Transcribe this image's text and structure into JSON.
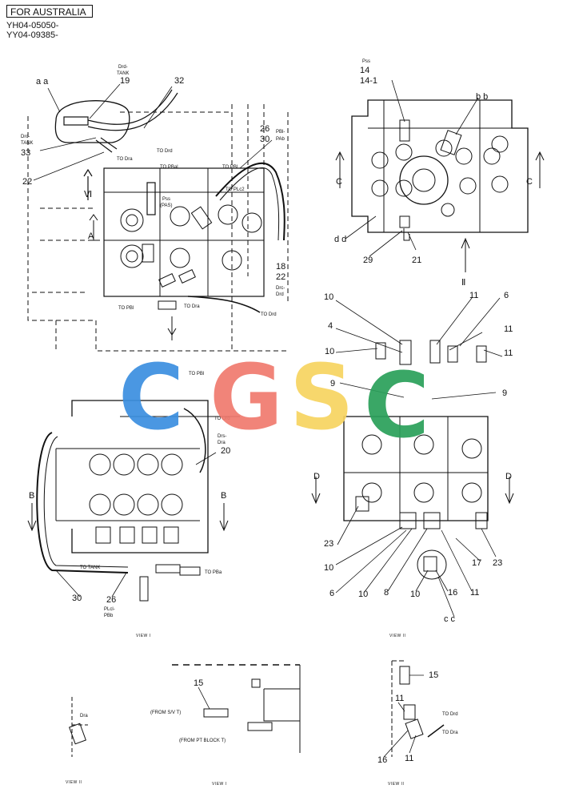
{
  "header": {
    "region": "FOR AUSTRALIA",
    "serial_lines": [
      "YH04-05050-",
      "YY04-09385-"
    ]
  },
  "watermark": {
    "letters": [
      "C",
      "G",
      "S",
      "C"
    ],
    "colors": [
      "#3b8fe0",
      "#f07a6e",
      "#f7d460",
      "#2aa05a"
    ]
  },
  "labels": [
    {
      "id": "aa",
      "text": "a a"
    },
    {
      "id": "drd_tank",
      "text": "Drd-"
    },
    {
      "id": "drd_tank2",
      "text": "TANK"
    },
    {
      "id": "n19",
      "text": "19"
    },
    {
      "id": "n32",
      "text": "32"
    },
    {
      "id": "drc_tank",
      "text": "Drc-"
    },
    {
      "id": "drc_tank2",
      "text": "TANK"
    },
    {
      "id": "n33",
      "text": "33"
    },
    {
      "id": "n22a",
      "text": "22"
    },
    {
      "id": "vi",
      "text": "Ⅵ"
    },
    {
      "id": "a1",
      "text": "A"
    },
    {
      "id": "n26a",
      "text": "26"
    },
    {
      "id": "n30a",
      "text": "30"
    },
    {
      "id": "pb1_pab",
      "text": "PBl-"
    },
    {
      "id": "pb1_pab2",
      "text": "PAb"
    },
    {
      "id": "n18",
      "text": "18"
    },
    {
      "id": "n22b",
      "text": "22"
    },
    {
      "id": "drc_drd",
      "text": "Drc-"
    },
    {
      "id": "drc_drd2",
      "text": "Drd"
    },
    {
      "id": "to_drd1",
      "text": "TO Drd"
    },
    {
      "id": "to_dra1",
      "text": "TO Dra"
    },
    {
      "id": "to_pba1",
      "text": "TO PBal"
    },
    {
      "id": "to_pb1a",
      "text": "TO PBl"
    },
    {
      "id": "to_plc2",
      "text": "TO PLc2"
    },
    {
      "id": "pss_pas",
      "text": "Pss"
    },
    {
      "id": "pss_pas2",
      "text": "(PAS)"
    },
    {
      "id": "to_dra2",
      "text": "TO Dra"
    },
    {
      "id": "to_pbl2",
      "text": "TO PBl"
    },
    {
      "id": "to_drd2",
      "text": "TO Drd"
    },
    {
      "id": "pss2",
      "text": "Pss"
    },
    {
      "id": "n14",
      "text": "14"
    },
    {
      "id": "n14_1",
      "text": "14-1"
    },
    {
      "id": "bb",
      "text": "b b"
    },
    {
      "id": "c1",
      "text": "C"
    },
    {
      "id": "c2",
      "text": "C"
    },
    {
      "id": "dd",
      "text": "d d"
    },
    {
      "id": "n29",
      "text": "29"
    },
    {
      "id": "n21",
      "text": "21"
    },
    {
      "id": "vii",
      "text": "Ⅱ"
    },
    {
      "id": "n10a",
      "text": "10"
    },
    {
      "id": "n11a",
      "text": "11"
    },
    {
      "id": "n6a",
      "text": "6"
    },
    {
      "id": "n4",
      "text": "4"
    },
    {
      "id": "n11b",
      "text": "11"
    },
    {
      "id": "n10b",
      "text": "10"
    },
    {
      "id": "n11c",
      "text": "11"
    },
    {
      "id": "n9a",
      "text": "9"
    },
    {
      "id": "n9b",
      "text": "9"
    },
    {
      "id": "d1",
      "text": "D"
    },
    {
      "id": "d2",
      "text": "D"
    },
    {
      "id": "n23a",
      "text": "23"
    },
    {
      "id": "n23b",
      "text": "23"
    },
    {
      "id": "n17",
      "text": "17"
    },
    {
      "id": "n10c",
      "text": "10"
    },
    {
      "id": "n6b",
      "text": "6"
    },
    {
      "id": "n10d",
      "text": "10"
    },
    {
      "id": "n8",
      "text": "8"
    },
    {
      "id": "n10e",
      "text": "10"
    },
    {
      "id": "n16a",
      "text": "16"
    },
    {
      "id": "n11d",
      "text": "11"
    },
    {
      "id": "cc",
      "text": "c c"
    },
    {
      "id": "to_pbl3",
      "text": "TO PBl"
    },
    {
      "id": "to_drd3",
      "text": "TO Drd"
    },
    {
      "id": "drs_dra",
      "text": "Drs-"
    },
    {
      "id": "drs_dra2",
      "text": "Dra"
    },
    {
      "id": "n20",
      "text": "20"
    },
    {
      "id": "b1",
      "text": "B"
    },
    {
      "id": "b2",
      "text": "B"
    },
    {
      "id": "n30b",
      "text": "30"
    },
    {
      "id": "n26b",
      "text": "26"
    },
    {
      "id": "plc1_pbb",
      "text": "PLcl-"
    },
    {
      "id": "plc1_pbb2",
      "text": "PBb"
    },
    {
      "id": "to_tank",
      "text": "TO TANK"
    },
    {
      "id": "to_pba2",
      "text": "TO PBa"
    },
    {
      "id": "view1",
      "text": "VIEW I"
    },
    {
      "id": "view2",
      "text": "VIEW II"
    },
    {
      "id": "n15a",
      "text": "15"
    },
    {
      "id": "from_sv",
      "text": "(FROM S/V T)"
    },
    {
      "id": "from_pt",
      "text": "(FROM PT BLOCK T)"
    },
    {
      "id": "dra_small",
      "text": "Dra"
    },
    {
      "id": "n15b",
      "text": "15"
    },
    {
      "id": "n11e",
      "text": "11"
    },
    {
      "id": "to_drd4",
      "text": "TO Drd"
    },
    {
      "id": "to_dra3",
      "text": "TO Dra"
    },
    {
      "id": "n16b",
      "text": "16"
    },
    {
      "id": "n11f",
      "text": "11"
    },
    {
      "id": "view3",
      "text": "VIEW II"
    },
    {
      "id": "view4",
      "text": "VIEW I"
    },
    {
      "id": "view5",
      "text": "VIEW II"
    }
  ]
}
